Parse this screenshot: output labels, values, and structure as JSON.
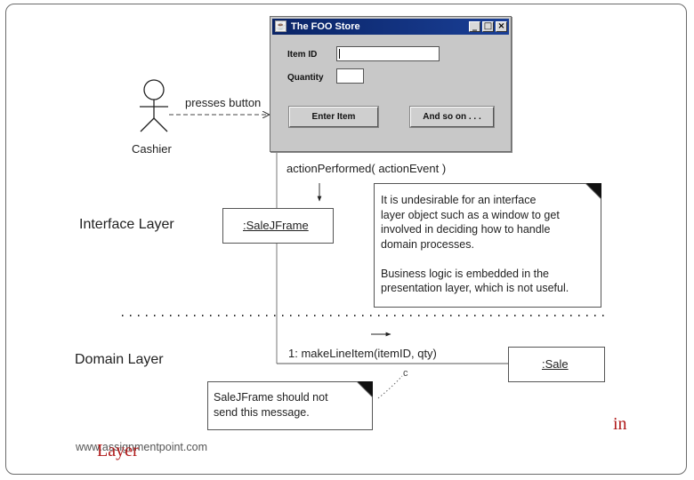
{
  "window": {
    "title": "The FOO Store",
    "item_id_label": "Item ID",
    "quantity_label": "Quantity",
    "item_id_value": "",
    "quantity_value": "",
    "enter_item_button": "Enter Item",
    "and_so_on_button": "And so on . . .",
    "minimize_glyph": "_",
    "maximize_glyph": "□",
    "close_glyph": "×"
  },
  "actor": {
    "name": "Cashier",
    "action": "presses button"
  },
  "message_top": "actionPerformed( actionEvent )",
  "interface_layer": {
    "label": "Interface Layer",
    "object": ":SaleJFrame"
  },
  "domain_layer": {
    "label": "Domain Layer",
    "object": ":Sale",
    "message": "1: makeLineItem(itemID, qty)"
  },
  "note_interface": {
    "text": "It is undesirable for an interface\nlayer object such as a window to get\ninvolved in deciding how to handle\ndomain processes.\n\nBusiness logic is embedded in the\npresentation layer, which is not useful."
  },
  "note_domain": {
    "text": "SaleJFrame should not\nsend this message."
  },
  "note_anchor_letter": "c",
  "footer": {
    "watermark": "www.assignmentpoint.com",
    "overlay_word": "Layer",
    "corner_word": "in"
  }
}
